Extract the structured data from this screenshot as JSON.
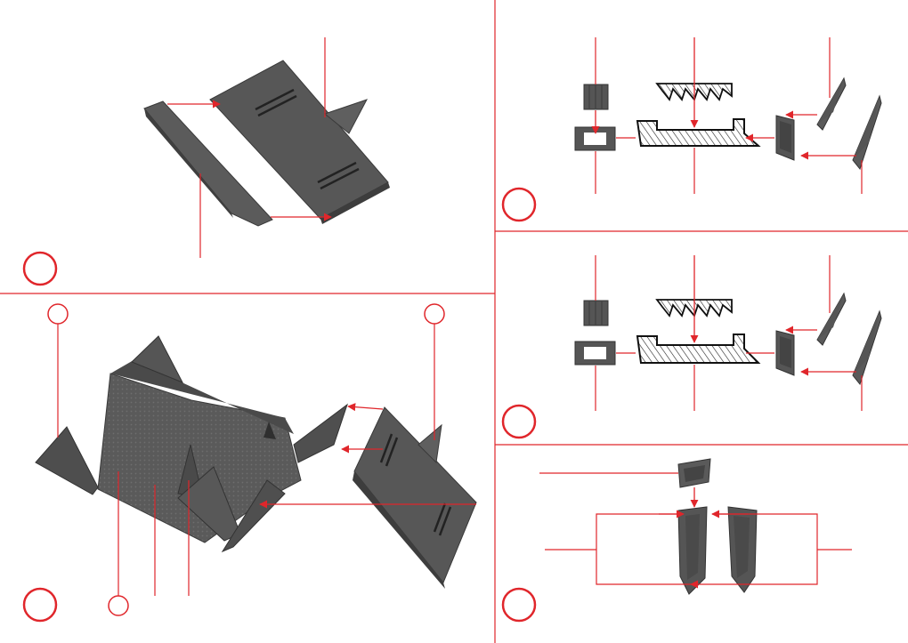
{
  "page": {
    "panels": [
      {
        "id": "panel-top-left"
      },
      {
        "id": "panel-bottom-left"
      },
      {
        "id": "panel-top-right"
      },
      {
        "id": "panel-middle-right"
      },
      {
        "id": "panel-bottom-right"
      }
    ]
  },
  "colors": {
    "accent_red": "#e0262b",
    "part_dark": "#4d4d4d",
    "part_mid": "#5f5f5f",
    "part_light": "#7a7a7a",
    "outline": "#111111",
    "background": "#ffffff"
  },
  "icons": [
    "step-circle-icon",
    "callout-circle-icon",
    "arrowhead-icon"
  ]
}
